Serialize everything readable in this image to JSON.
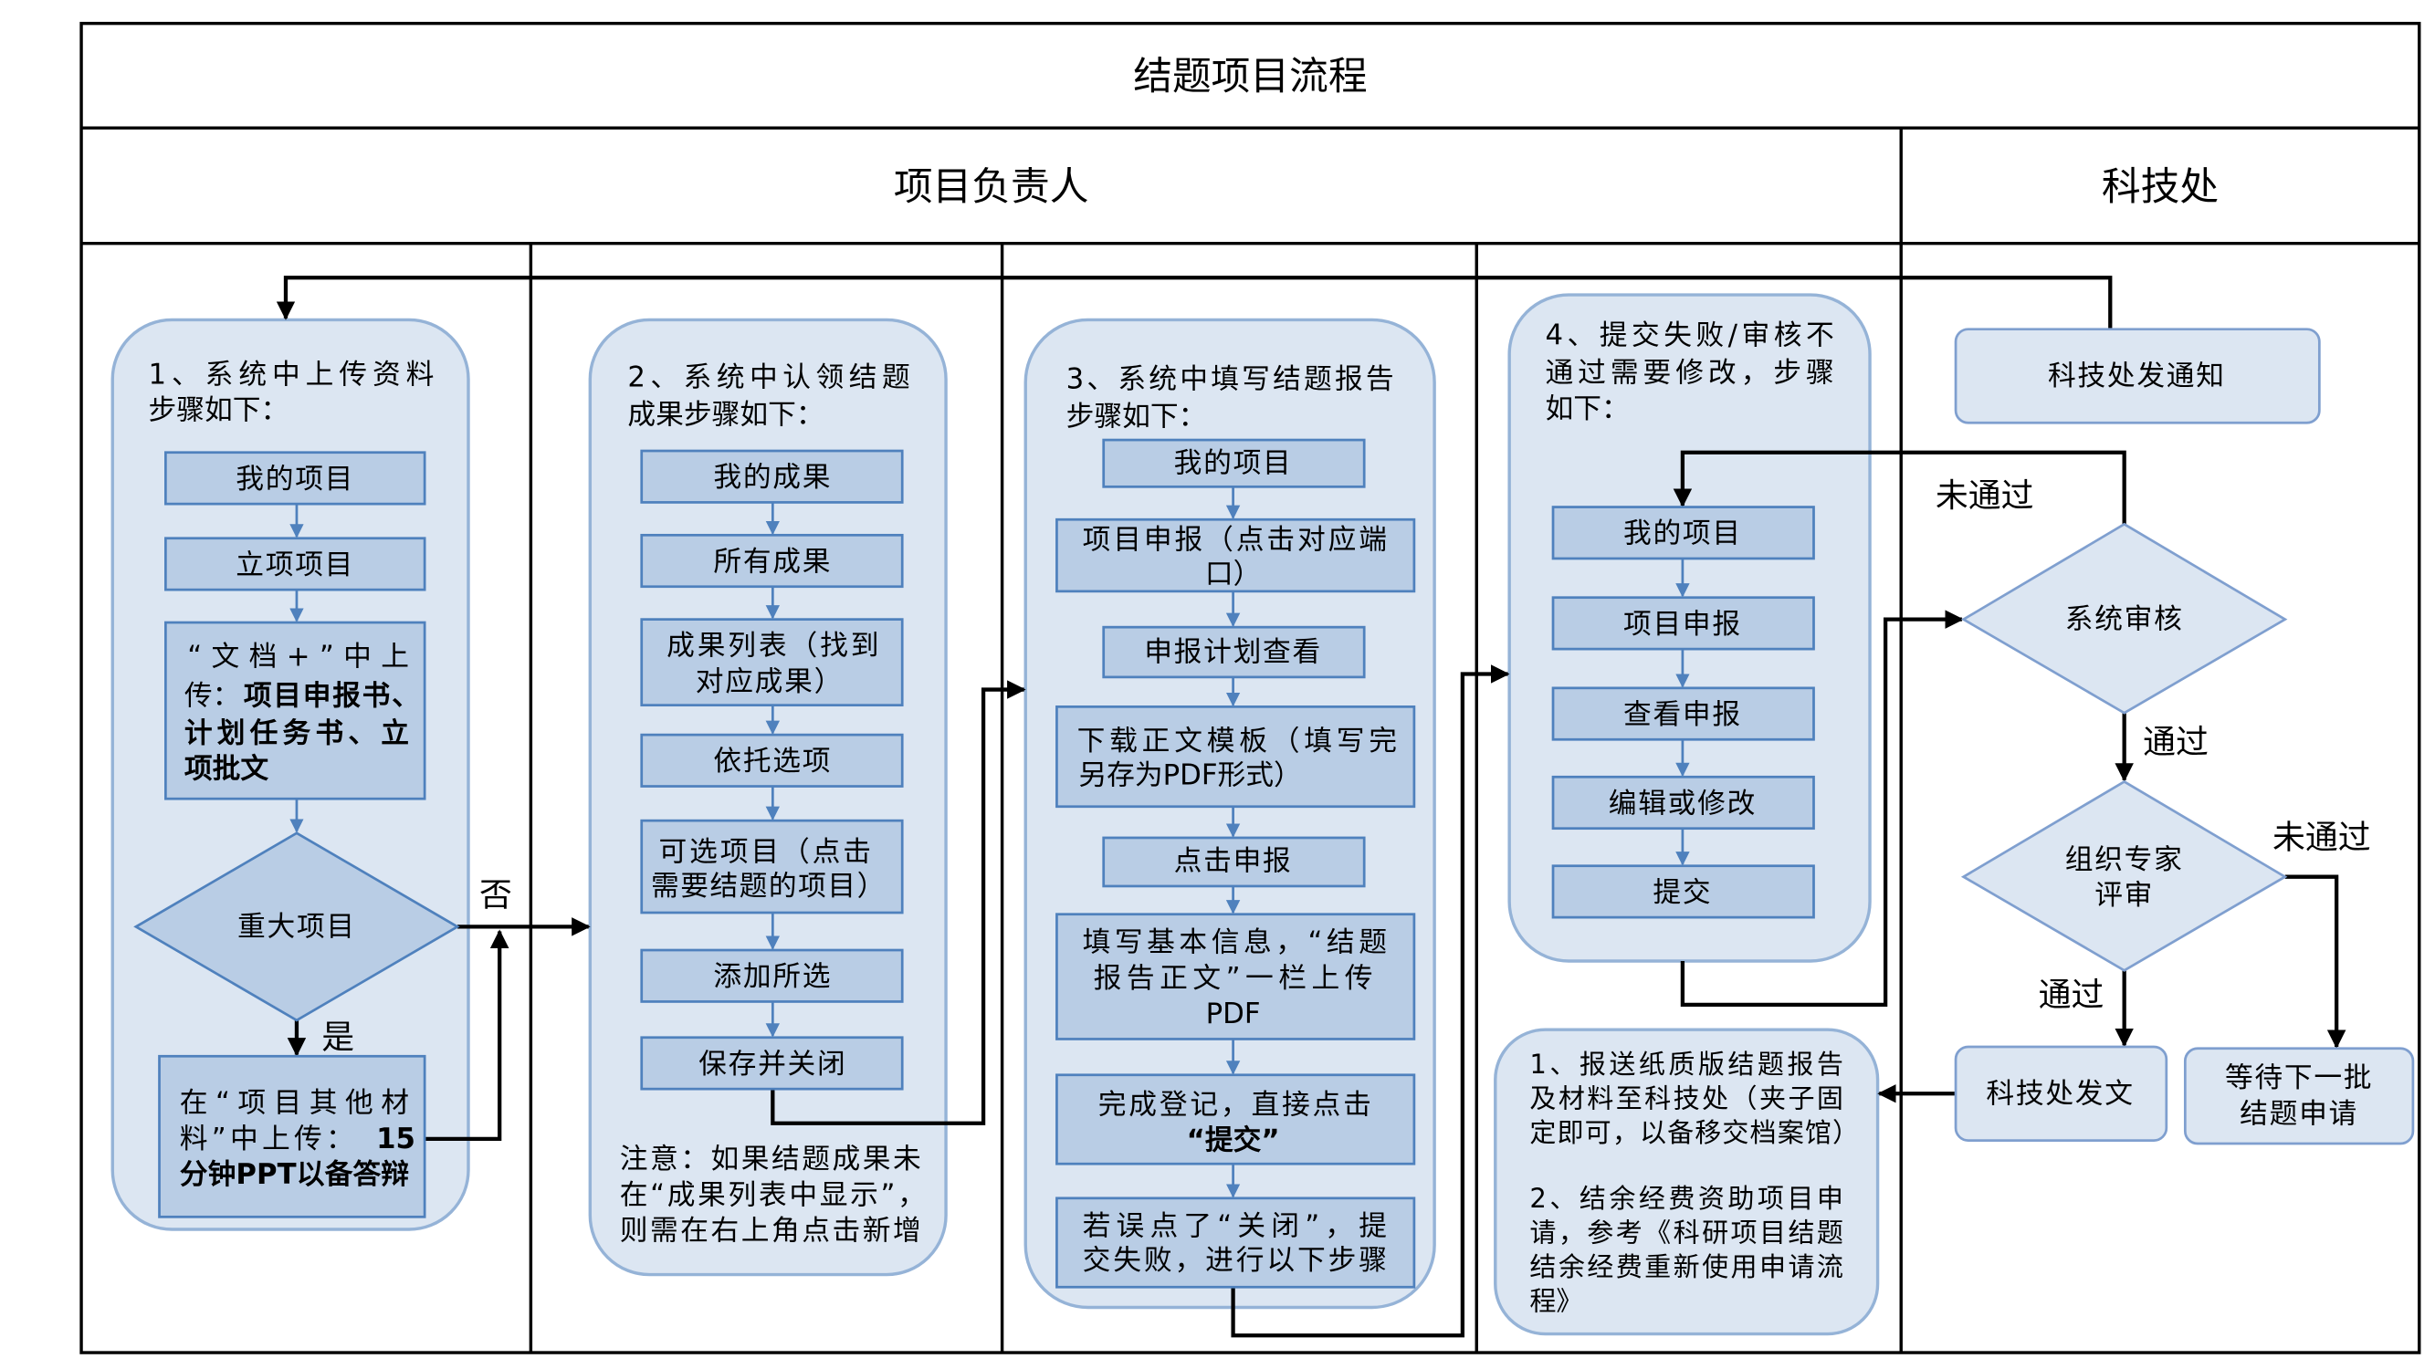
{
  "title": "结题项目流程",
  "lanes": {
    "owner": "项目负责人",
    "office": "科技处"
  },
  "step1": {
    "heading": [
      "1、系统中上传资料",
      "步骤如下："
    ],
    "my_projects": "我的项目",
    "approved_projects": "立项项目",
    "upload": {
      "line1": "“文档+”中上",
      "line2_normal": "传：",
      "line2_bold": "项目申报书、",
      "line3_bold": "计划任务书、立",
      "line4_bold": "项批文"
    },
    "decision": "重大项目",
    "no_label": "否",
    "yes_label": "是",
    "major": {
      "line1": "在“项目其他材",
      "line2_normal": "料”中上传：",
      "line2_bold": "15",
      "line3_bold": "分钟PPT以备答辩"
    }
  },
  "step2": {
    "heading": [
      "2、系统中认领结题",
      "成果步骤如下："
    ],
    "boxes": [
      [
        "我的成果"
      ],
      [
        "所有成果"
      ],
      [
        "成果列表（找到",
        "对应成果）"
      ],
      [
        "依托选项"
      ],
      [
        "可选项目（点击",
        "需要结题的项目）"
      ],
      [
        "添加所选"
      ],
      [
        "保存并关闭"
      ]
    ],
    "note": [
      "注意：如果结题成果未",
      "在“成果列表中显示”，",
      "则需在右上角点击新增"
    ]
  },
  "step3": {
    "heading": [
      "3、系统中填写结题报告",
      "步骤如下："
    ],
    "boxes": [
      [
        "我的项目"
      ],
      [
        "项目申报（点击对应端",
        "口）"
      ],
      [
        "申报计划查看"
      ],
      [
        "下载正文模板（填写完",
        "另存为PDF形式）"
      ],
      [
        "点击申报"
      ],
      [
        "填写基本信息，“结题",
        "报告正文”一栏上传",
        "PDF"
      ],
      [
        "完成登记，直接点击",
        "“提交”"
      ],
      [
        "若误点了“关闭”，提",
        "交失败，进行以下步骤"
      ]
    ]
  },
  "step4": {
    "heading": [
      "4、提交失败/审核不",
      "通过需要修改，步骤",
      "如下："
    ],
    "boxes": [
      "我的项目",
      "项目申报",
      "查看申报",
      "编辑或修改",
      "提交"
    ]
  },
  "office": {
    "notice": "科技处发通知",
    "review": "系统审核",
    "expert_review": [
      "组织专家",
      "评审"
    ],
    "issue": "科技处发文",
    "wait": [
      "等待下一批",
      "结题申请"
    ],
    "labels": {
      "not_passed_review": "未通过",
      "passed_review": "通过",
      "not_passed_expert": "未通过",
      "passed_expert": "通过"
    }
  },
  "final": {
    "lines": [
      "1、报送纸质版结题报告",
      "及材料至科技处（夹子固",
      "定即可，以备移交档案馆）",
      "2、结余经费资助项目申",
      "请，参考《科研项目结题",
      "结余经费重新使用申请流",
      "程》"
    ]
  },
  "colors": {
    "frame": "#000000",
    "container_fill": "#dce6f2",
    "container_stroke": "#95b3d7",
    "box_fill": "#b9cde5",
    "box_stroke": "#4f81bd",
    "office_fill": "#dce6f2",
    "office_stroke": "#7f9fcf",
    "flow_line": "#000000",
    "step_arrow": "#4f81bd"
  }
}
